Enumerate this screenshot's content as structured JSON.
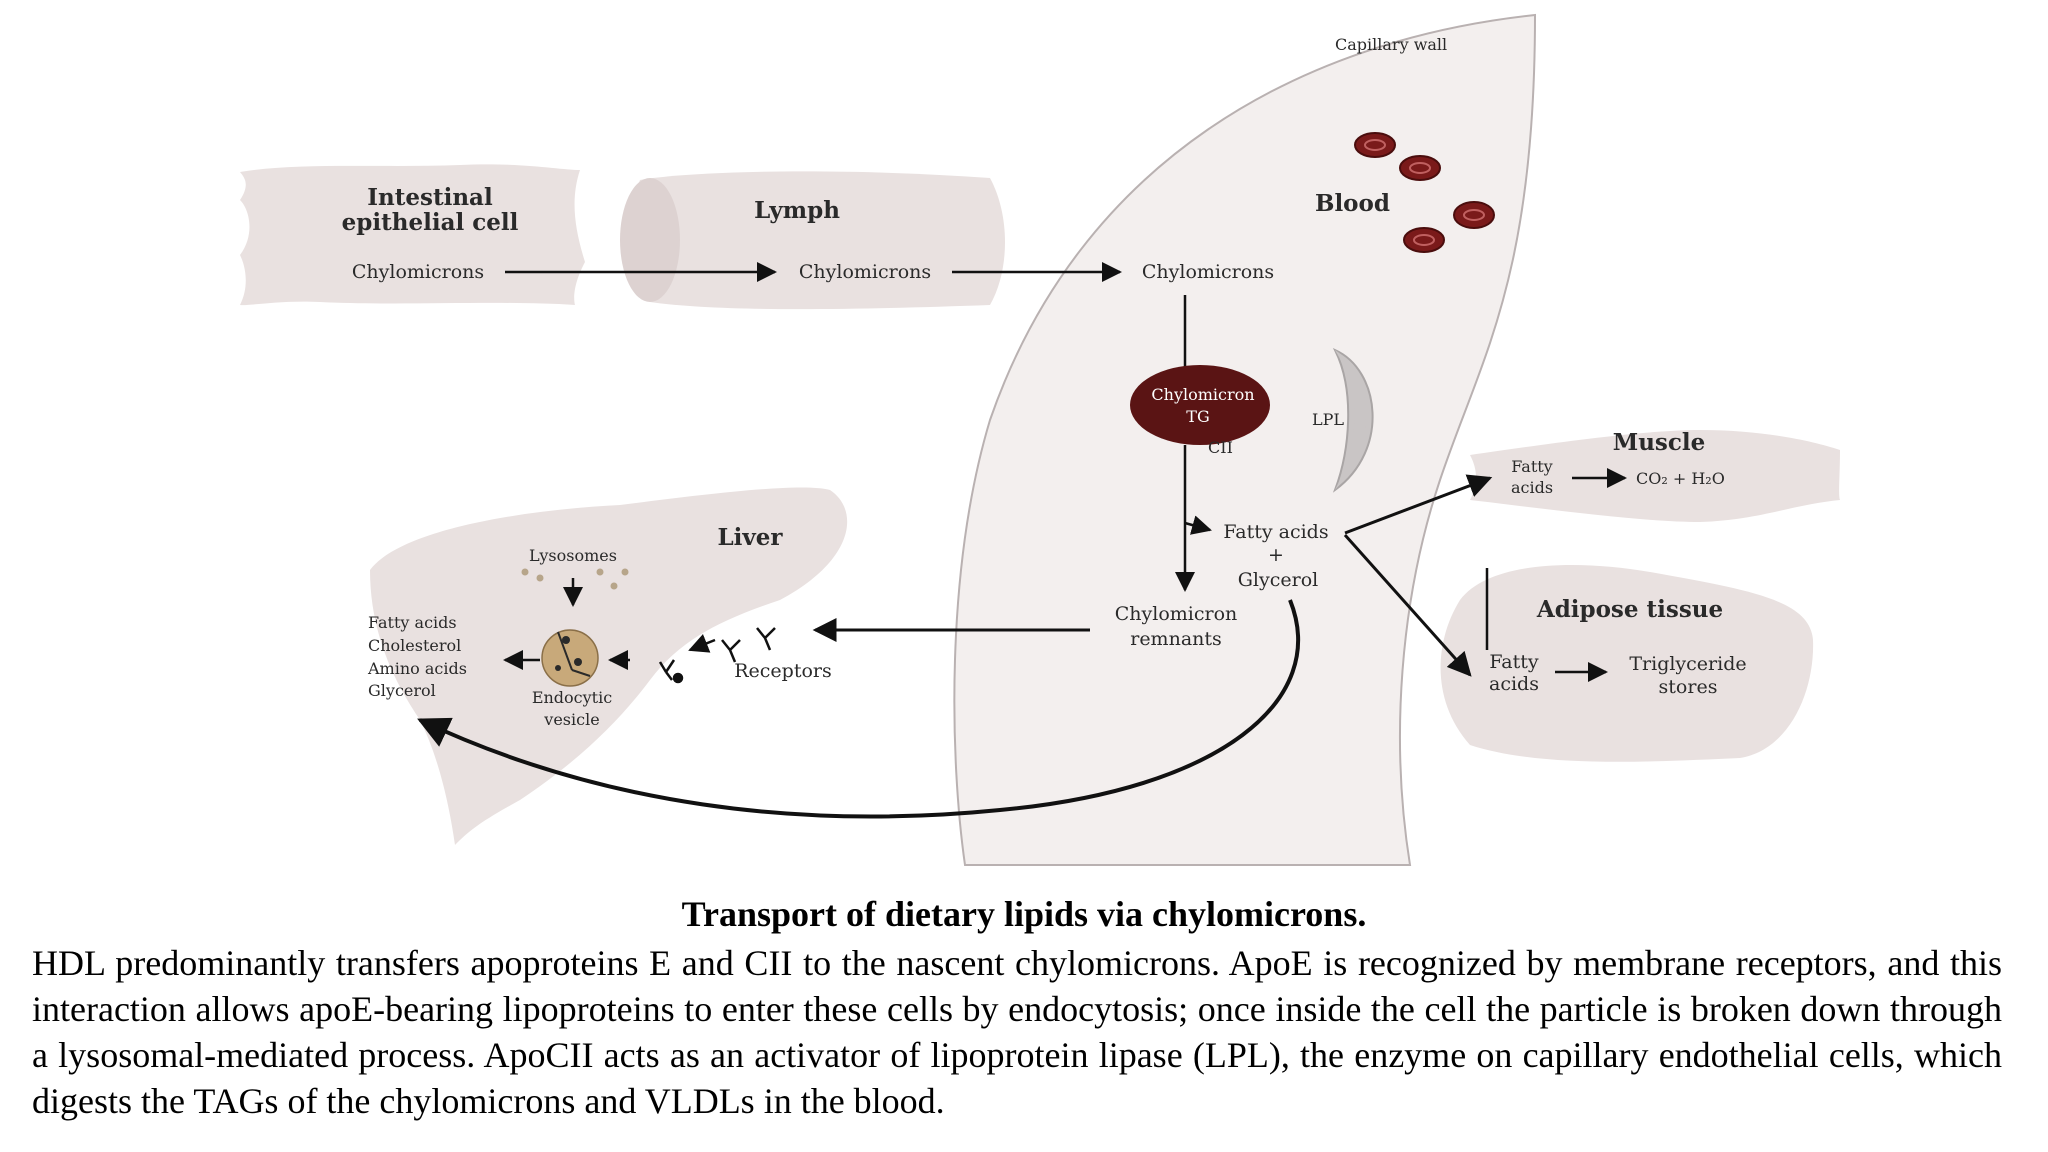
{
  "labels": {
    "capillary_wall": "Capillary wall",
    "blood": "Blood",
    "intestinal_cell": [
      "Intestinal",
      "epithelial cell"
    ],
    "lymph": "Lymph",
    "chylomicrons": "Chylomicrons",
    "chylomicron_tg": [
      "Chylomicron",
      "TG"
    ],
    "cii": "CII",
    "lpl": "LPL",
    "fatty_acids_glycerol": [
      "Fatty acids",
      "+",
      "Glycerol"
    ],
    "chylomicron_remnants": [
      "Chylomicron",
      "remnants"
    ],
    "muscle": "Muscle",
    "muscle_fatty_acids": [
      "Fatty",
      "acids"
    ],
    "co2_h2o": "CO₂ + H₂O",
    "adipose_tissue": "Adipose tissue",
    "adipose_fatty_acids": [
      "Fatty",
      "acids"
    ],
    "triglyceride_stores": [
      "Triglyceride",
      "stores"
    ],
    "liver": "Liver",
    "lysosomes": "Lysosomes",
    "liver_products": [
      "Fatty acids",
      "Cholesterol",
      "Amino acids",
      "Glycerol"
    ],
    "endocytic_vesicle": [
      "Endocytic",
      "vesicle"
    ],
    "receptors": "Receptors"
  },
  "colors": {
    "tissue": "#e9e1e0",
    "tissue_dark": "#ddd2d1",
    "capillary": "#f3efee",
    "rbc": "#7a1a1a",
    "chylo_tg": "#5a1414",
    "lpl": "#c9c5c5",
    "vesicle": "#c8a97a"
  },
  "caption": {
    "title": "Transport of dietary lipids via chylomicrons.",
    "body": "HDL predominantly transfers apoproteins E and CII to the nascent chylomicrons. ApoE is recognized by membrane receptors, and this interaction allows apoE-bearing lipoproteins to enter these cells by endocytosis; once inside the cell the particle is broken down through a lysosomal-mediated process. ApoCII acts as an activator of lipoprotein lipase (LPL), the enzyme on capillary endothelial cells, which digests the TAGs of the chylomicrons and VLDLs in the blood."
  }
}
